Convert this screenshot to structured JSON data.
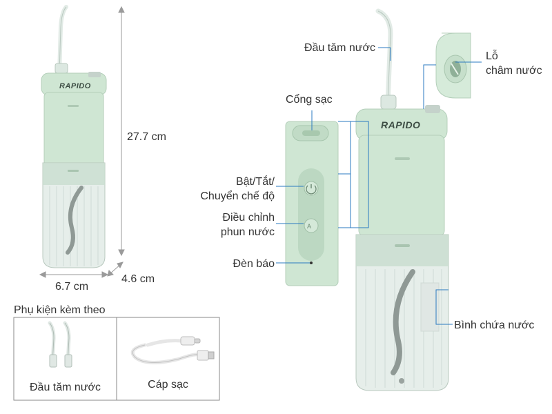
{
  "brand": "RAPIDO",
  "dimensions": {
    "height": "27.7 cm",
    "width": "6.7 cm",
    "depth": "4.6 cm"
  },
  "callouts": {
    "nozzle": "Đầu tăm nước",
    "nozzle_hole_line1": "Lỗ",
    "nozzle_hole_line2": "châm nước",
    "charging_port": "Cổng sạc",
    "power_line1": "Bật/Tắt/",
    "power_line2": "Chuyển chế độ",
    "adjust_line1": "Điều chỉnh",
    "adjust_line2": "phun nước",
    "indicator": "Đèn báo",
    "tank": "Bình chứa nước"
  },
  "accessories": {
    "title": "Phụ kiện kèm theo",
    "items": [
      {
        "label": "Đầu tăm nước",
        "icon": "nozzle-tips-icon"
      },
      {
        "label": "Cáp sạc",
        "icon": "usb-cable-icon"
      }
    ]
  },
  "colors": {
    "body_green": "#cfe6d3",
    "body_dark_green": "#b7d7be",
    "tank_clear": "#e4ebe8",
    "callout_line": "#2a7ac0"
  }
}
